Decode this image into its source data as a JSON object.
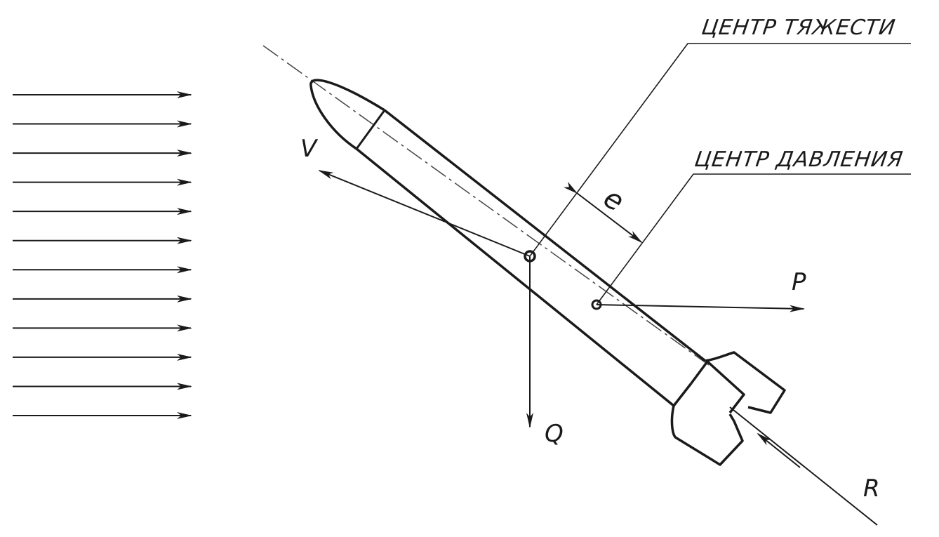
{
  "labels": {
    "center_of_gravity": "ЦЕНТР ТЯЖЕСТИ",
    "center_of_pressure": "ЦЕНТР ДАВЛЕНИЯ",
    "velocity": "V",
    "weight": "Q",
    "force_p": "P",
    "force_r": "R",
    "offset": "e"
  },
  "wind_arrow_count": 12,
  "colors": {
    "ink": "#1a1a1a",
    "paper": "#ffffff"
  }
}
